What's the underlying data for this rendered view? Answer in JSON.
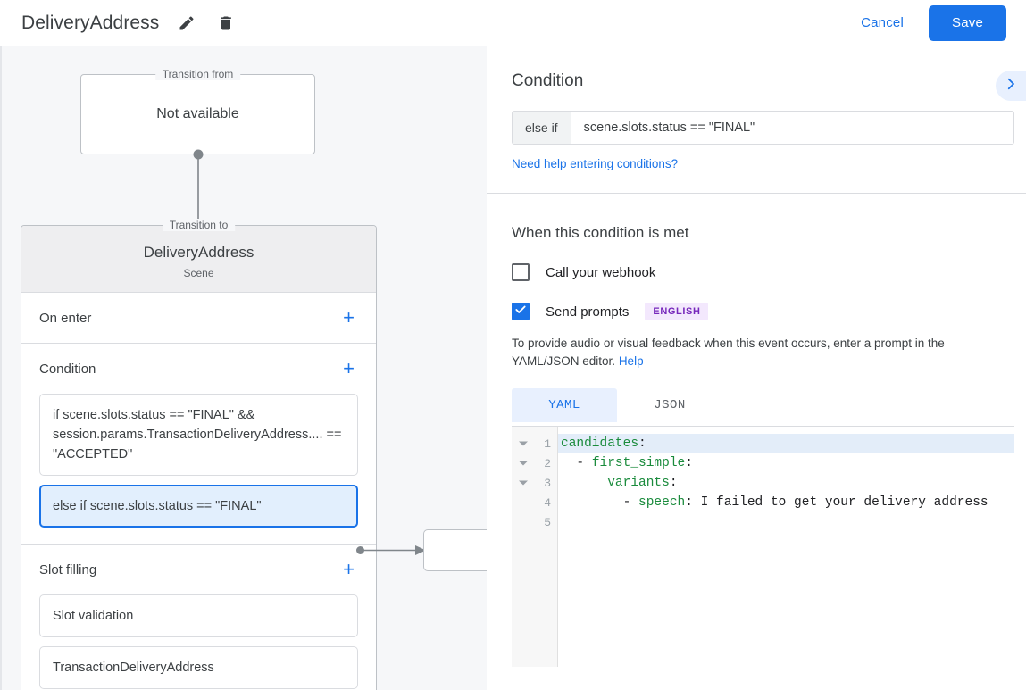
{
  "header": {
    "title": "DeliveryAddress",
    "edit_icon": "pencil-icon",
    "delete_icon": "trash-icon",
    "cancel_label": "Cancel",
    "save_label": "Save",
    "accent_color": "#1a73e8"
  },
  "canvas": {
    "transition_from": {
      "legend": "Transition from",
      "label": "Not available"
    },
    "transition_to": {
      "legend": "Transition to",
      "title": "DeliveryAddress",
      "subtitle": "Scene"
    },
    "sections": [
      {
        "title": "On enter",
        "add_label": "+",
        "items": []
      },
      {
        "title": "Condition",
        "add_label": "+",
        "items": [
          {
            "text": "if scene.slots.status == \"FINAL\" && session.params.TransactionDeliveryAddress.... == \"ACCEPTED\"",
            "selected": false
          },
          {
            "text": "else if scene.slots.status == \"FINAL\"",
            "selected": true
          }
        ]
      },
      {
        "title": "Slot filling",
        "add_label": "+",
        "items": [
          {
            "text": "Slot validation",
            "selected": false
          },
          {
            "text": "TransactionDeliveryAddress",
            "selected": false
          }
        ]
      }
    ]
  },
  "panel": {
    "condition": {
      "heading": "Condition",
      "prefix": "else if",
      "value": "scene.slots.status == \"FINAL\"",
      "placeholder": "Enter a condition",
      "help_link": "Need help entering conditions?",
      "expander_icon": "chevron-right-icon"
    },
    "when_met": {
      "heading": "When this condition is met",
      "webhook": {
        "label": "Call your webhook",
        "checked": false
      },
      "send_prompts": {
        "label": "Send prompts",
        "checked": true,
        "badge": "ENGLISH",
        "badge_bg": "#f3e8fd",
        "badge_color": "#7627bb"
      },
      "description": "To provide audio or visual feedback when this event occurs, enter a prompt in the YAML/JSON editor.",
      "help_label": "Help"
    },
    "editor": {
      "tabs": [
        {
          "label": "YAML",
          "active": true
        },
        {
          "label": "JSON",
          "active": false
        }
      ],
      "lines": [
        {
          "num": "1",
          "foldable": true,
          "highlight": true,
          "indent": "",
          "key": "candidates",
          "colon": ":",
          "value": ""
        },
        {
          "num": "2",
          "foldable": true,
          "highlight": false,
          "indent": "  - ",
          "key": "first_simple",
          "colon": ":",
          "value": ""
        },
        {
          "num": "3",
          "foldable": true,
          "highlight": false,
          "indent": "      ",
          "key": "variants",
          "colon": ":",
          "value": ""
        },
        {
          "num": "4",
          "foldable": false,
          "highlight": false,
          "indent": "        - ",
          "key": "speech",
          "colon": ":",
          "value": " I failed to get your delivery address"
        },
        {
          "num": "5",
          "foldable": false,
          "highlight": false,
          "indent": "",
          "key": "",
          "colon": "",
          "value": ""
        }
      ]
    }
  }
}
